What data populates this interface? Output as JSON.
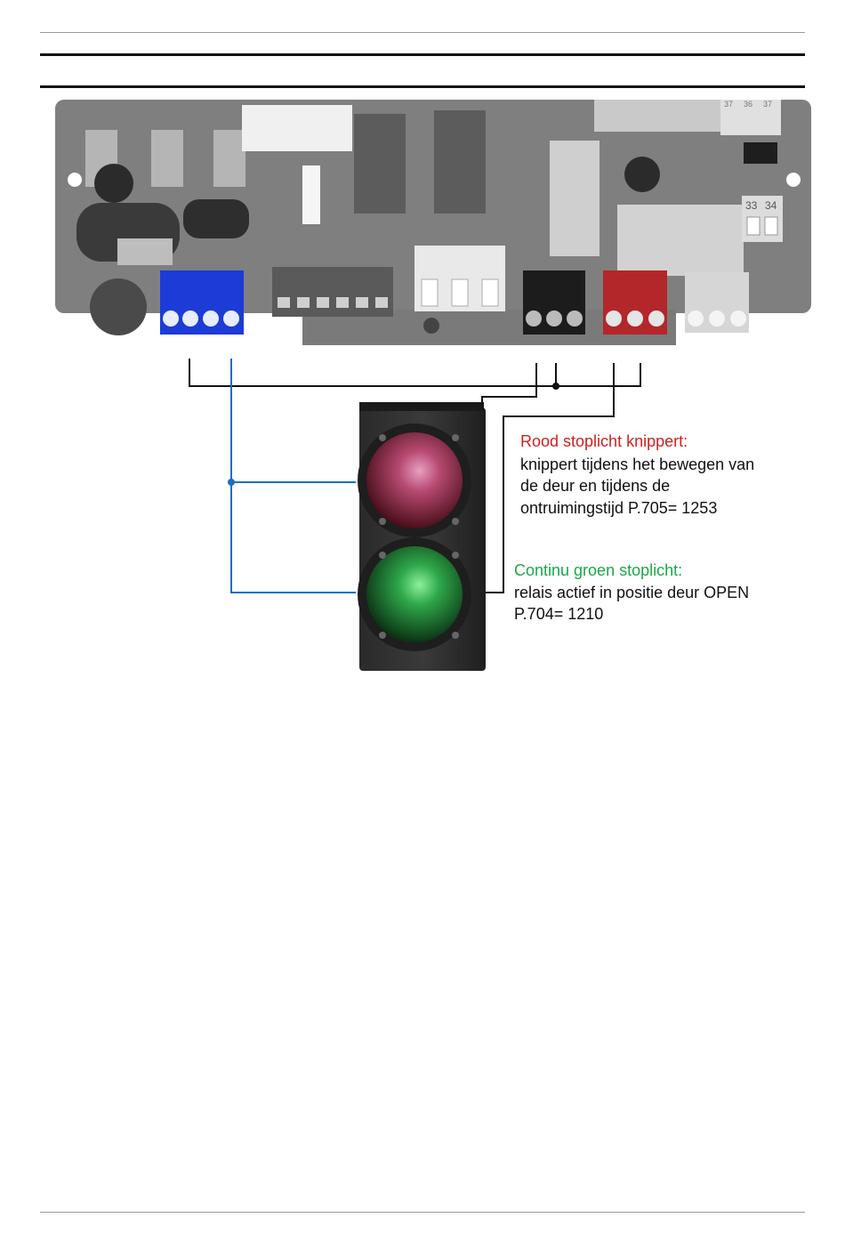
{
  "board": {
    "terminal_labels_top": [
      "37",
      "36",
      "37"
    ],
    "terminal_labels_right": [
      "33",
      "34"
    ]
  },
  "annotations": {
    "red": {
      "title": "Rood stoplicht knippert:",
      "lines": [
        "knippert tijdens het bewegen van",
        "de deur en tijdens de",
        "ontruimingstijd P.705= 1253"
      ]
    },
    "green": {
      "title": "Continu groen stoplicht:",
      "lines": [
        "relais actief in positie deur OPEN",
        "P.704= 1210"
      ]
    }
  },
  "colors": {
    "red_text": "#d0201c",
    "green_text": "#1aa84a",
    "blue_wire": "#1a6fc0",
    "black_wire": "#111111",
    "blue_terminal": "#1d3bd6",
    "red_terminal": "#b3262a",
    "black_terminal": "#1c1c1c",
    "board_gray": "#808080"
  }
}
